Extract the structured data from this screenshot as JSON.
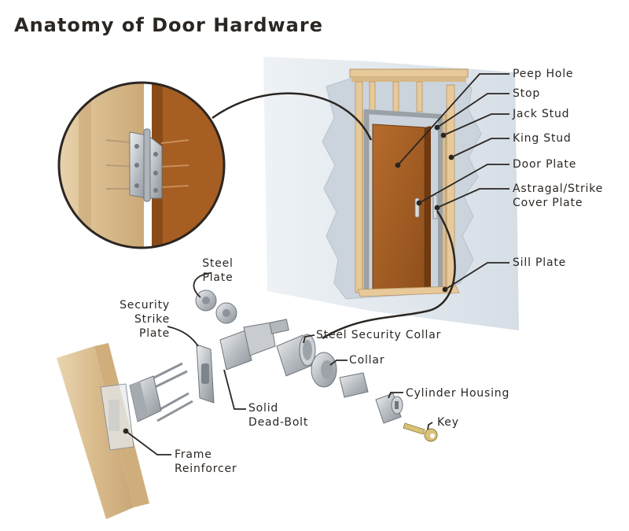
{
  "title": "Anatomy of Door Hardware",
  "labels": {
    "peep_hole": "Peep Hole",
    "stop": "Stop",
    "jack_stud": "Jack Stud",
    "king_stud": "King Stud",
    "door_plate": "Door Plate",
    "astragal_1": "Astragal/Strike",
    "astragal_2": "Cover Plate",
    "sill_plate": "Sill Plate",
    "steel_plate_1": "Steel",
    "steel_plate_2": "Plate",
    "security_strike_1": "Security",
    "security_strike_2": "Strike",
    "security_strike_3": "Plate",
    "steel_security_collar": "Steel Security Collar",
    "collar": "Collar",
    "cylinder_housing": "Cylinder Housing",
    "key": "Key",
    "solid_deadbolt_1": "Solid",
    "solid_deadbolt_2": "Dead-Bolt",
    "frame_reinforcer_1": "Frame",
    "frame_reinforcer_2": "Reinforcer"
  },
  "colors": {
    "wall": "#dde5ec",
    "framing": "#e7c99a",
    "door": "#a65e22",
    "metal": "#c4c8cc",
    "ink": "#2b2622"
  }
}
